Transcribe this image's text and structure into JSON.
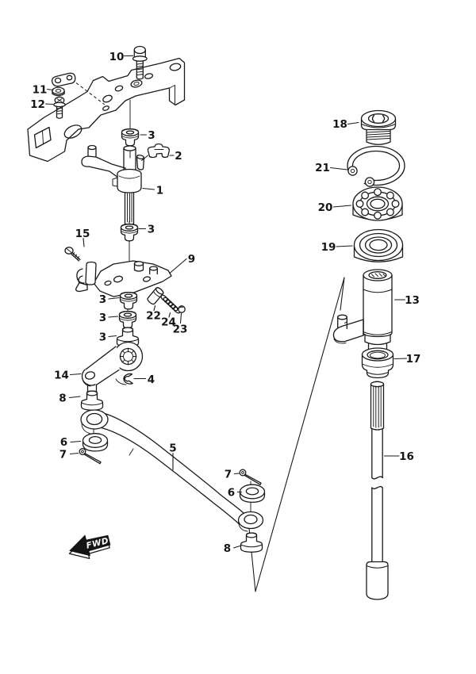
{
  "diagram": {
    "background": "#ffffff",
    "line_color": "#1a1a1a",
    "label_color": "#151515",
    "fwd_marker": {
      "label": "FWD",
      "fill": "#151515",
      "text_color": "#ffffff"
    },
    "callouts": [
      {
        "label": "10"
      },
      {
        "label": "11"
      },
      {
        "label": "12"
      },
      {
        "label": "3"
      },
      {
        "label": "2"
      },
      {
        "label": "1"
      },
      {
        "label": "3"
      },
      {
        "label": "15"
      },
      {
        "label": "9"
      },
      {
        "label": "3"
      },
      {
        "label": "3"
      },
      {
        "label": "3"
      },
      {
        "label": "22"
      },
      {
        "label": "24"
      },
      {
        "label": "23"
      },
      {
        "label": "14"
      },
      {
        "label": "4"
      },
      {
        "label": "8"
      },
      {
        "label": "6"
      },
      {
        "label": "7"
      },
      {
        "label": "5"
      },
      {
        "label": "7"
      },
      {
        "label": "6"
      },
      {
        "label": "8"
      },
      {
        "label": "18"
      },
      {
        "label": "21"
      },
      {
        "label": "20"
      },
      {
        "label": "19"
      },
      {
        "label": "13"
      },
      {
        "label": "17"
      },
      {
        "label": "16"
      }
    ]
  }
}
